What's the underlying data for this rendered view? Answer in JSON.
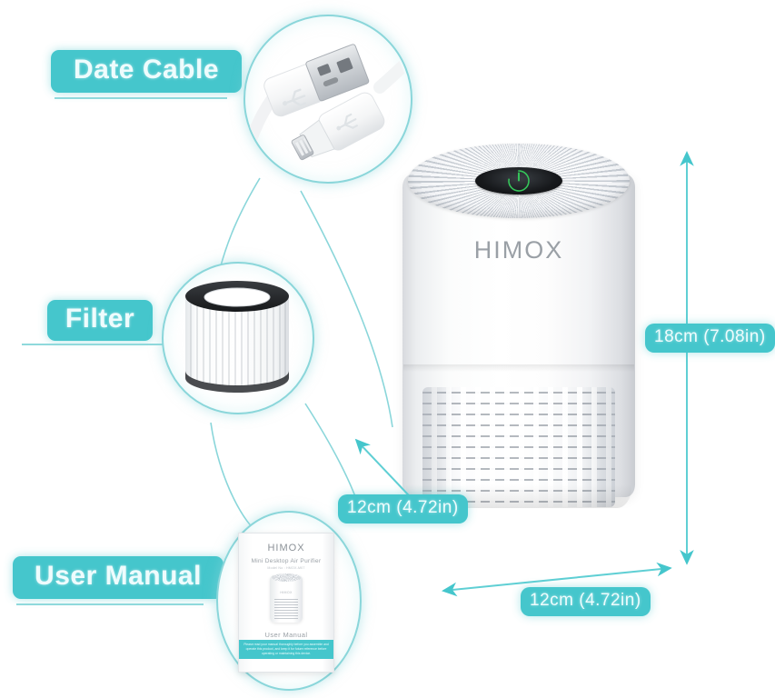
{
  "product": {
    "brand": "HIMOX",
    "power_icon": "power-button-icon"
  },
  "callouts": [
    {
      "id": "date-cable",
      "label": "Date Cable",
      "item_icon": "usb-cable-icon"
    },
    {
      "id": "filter",
      "label": "Filter",
      "item_icon": "hepa-filter-icon"
    },
    {
      "id": "user-manual",
      "label": "User Manual",
      "item_icon": "manual-booklet-icon"
    }
  ],
  "dimensions": {
    "height": "18cm (7.08in)",
    "depth": "12cm (4.72in)",
    "width": "12cm (4.72in)"
  },
  "manual_cover": {
    "brand": "HIMOX",
    "title": "Mini Desktop Air Purifier",
    "model": "Model No : HMOX-M07",
    "device_brand": "HIMOX",
    "footer_title": "User Manual",
    "notice": "Please read your manual thoroughly before you assemble and operate this product, and keep it for future reference before operating or maintaining this device."
  },
  "colors": {
    "accent": "#45c6cc",
    "accent_line": "#8ad6da",
    "badge_text": "#eefcfd",
    "brand_text": "#9aa0a6",
    "power_green": "#35c45a"
  }
}
